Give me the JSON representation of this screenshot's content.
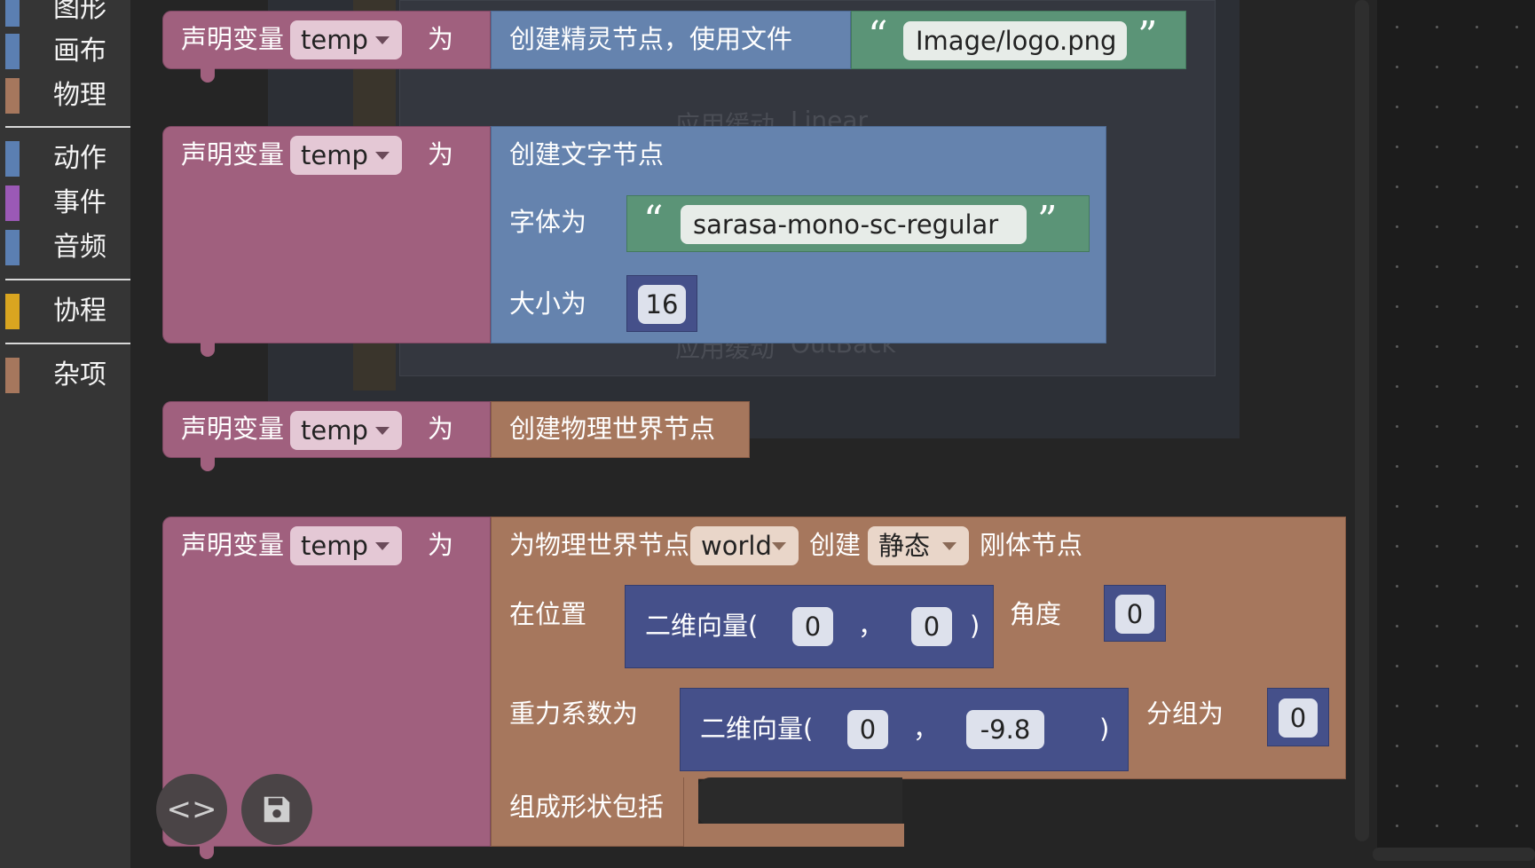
{
  "sidebar": {
    "items": [
      {
        "label": "图形",
        "color": "#5b7fb2"
      },
      {
        "label": "画布",
        "color": "#5b7fb2"
      },
      {
        "label": "物理",
        "color": "#a6775d"
      },
      {
        "label": "动作",
        "color": "#5b7fb2"
      },
      {
        "label": "事件",
        "color": "#9b59b6"
      },
      {
        "label": "音频",
        "color": "#5b7fb2"
      },
      {
        "label": "协程",
        "color": "#d9a520"
      },
      {
        "label": "杂项",
        "color": "#a6775d"
      }
    ]
  },
  "ghost": {
    "line1": "应用缓动",
    "value1": "Linear",
    "line2": "应用缓动",
    "value2": "OutBack"
  },
  "blocks": {
    "b1": {
      "declare": "声明变量",
      "var": "temp",
      "as": "为",
      "create": "创建精灵节点，使用文件",
      "file": "Image/logo.png"
    },
    "b2": {
      "declare": "声明变量",
      "var": "temp",
      "as": "为",
      "create": "创建文字节点",
      "font_label": "字体为",
      "font": "sarasa-mono-sc-regular",
      "size_label": "大小为",
      "size": "16"
    },
    "b3": {
      "declare": "声明变量",
      "var": "temp",
      "as": "为",
      "create": "创建物理世界节点"
    },
    "b4": {
      "declare": "声明变量",
      "var": "temp",
      "as": "为",
      "for_world": "为物理世界节点",
      "world": "world",
      "create": "创建",
      "type": "静态",
      "body": "刚体节点",
      "pos_label": "在位置",
      "vec1": "二维向量(",
      "pos_x": "0",
      "comma": "，",
      "pos_y": "0",
      "close": ")",
      "angle_label": "角度",
      "angle": "0",
      "gravity_label": "重力系数为",
      "vec2": "二维向量(",
      "grav_x": "0",
      "grav_y": "-9.8",
      "group_label": "分组为",
      "group": "0",
      "shape_label": "组成形状包括"
    }
  },
  "buttons": {
    "code": "<>",
    "save": "save-icon"
  },
  "colors": {
    "variable": "#a0607e",
    "sprite": "#6583ae",
    "string": "#5b9477",
    "physics": "#a6775d",
    "vector": "#45508a"
  }
}
